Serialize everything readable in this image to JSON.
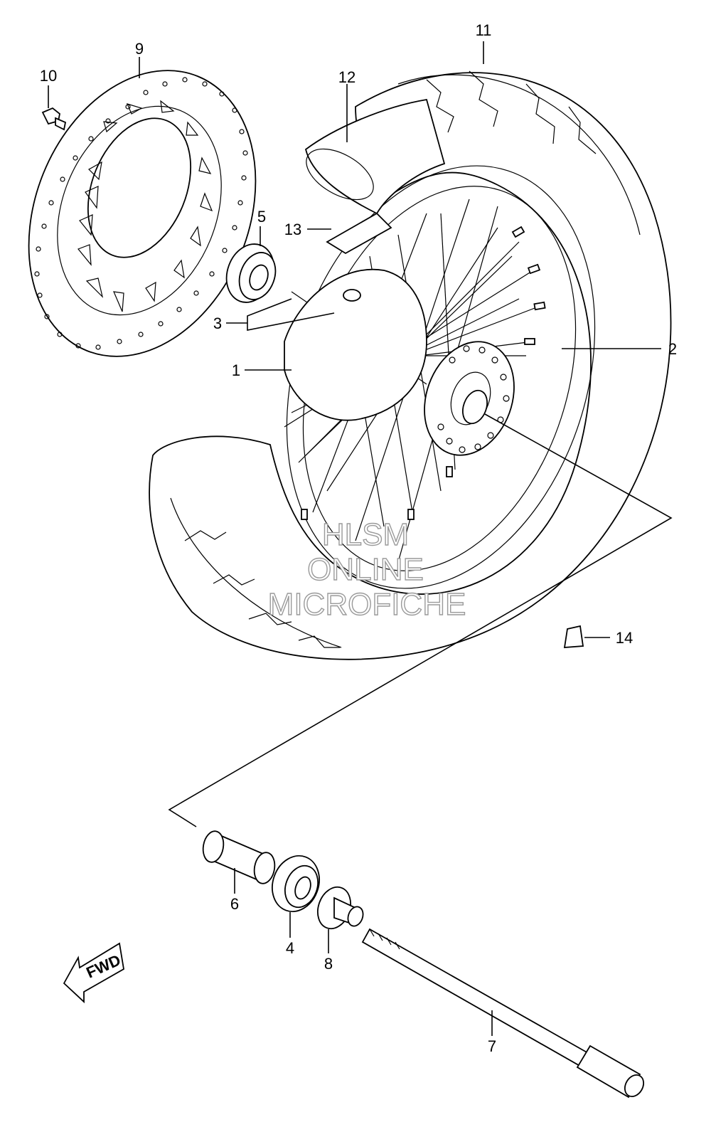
{
  "watermark": {
    "line1": "HLSM",
    "line2": "ONLINE",
    "line3": "MICROFICHE"
  },
  "fwd_label": "FWD",
  "callouts": [
    {
      "id": "1",
      "label": "1"
    },
    {
      "id": "2",
      "label": "2"
    },
    {
      "id": "3",
      "label": "3"
    },
    {
      "id": "4",
      "label": "4"
    },
    {
      "id": "5",
      "label": "5"
    },
    {
      "id": "6",
      "label": "6"
    },
    {
      "id": "7",
      "label": "7"
    },
    {
      "id": "8",
      "label": "8"
    },
    {
      "id": "9",
      "label": "9"
    },
    {
      "id": "10",
      "label": "10"
    },
    {
      "id": "11",
      "label": "11"
    },
    {
      "id": "12",
      "label": "12"
    },
    {
      "id": "13",
      "label": "13"
    },
    {
      "id": "14",
      "label": "14"
    }
  ],
  "colors": {
    "line": "#000000",
    "background": "#ffffff",
    "watermark": "#9a9a9a"
  }
}
